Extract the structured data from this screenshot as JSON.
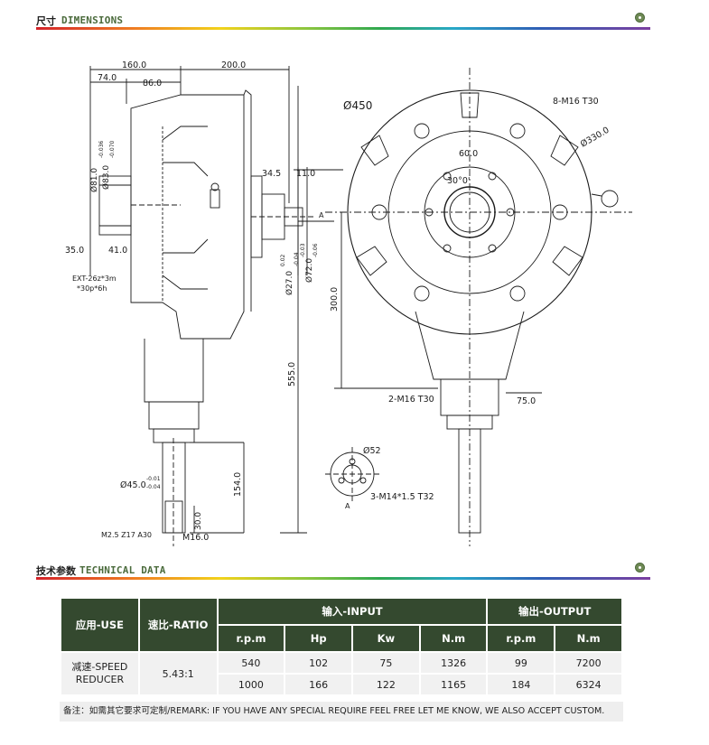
{
  "dimensions_section": {
    "title_cn": "尺寸",
    "title_en": "DIMENSIONS"
  },
  "technical_section": {
    "title_cn": "技术参数",
    "title_en": "TECHNICAL DATA"
  },
  "drawing": {
    "top_dim_1": "160.0",
    "top_dim_2": "200.0",
    "top_dim_3": "74.0",
    "top_dim_4": "86.0",
    "dia_81": "Ø81.0",
    "dia_83": "Ø83.0",
    "tol_83_upper": "-0.036",
    "tol_83_lower": "-0.070",
    "dim_35": "35.0",
    "dim_41": "41.0",
    "spline_1": "EXT-26z*3m",
    "spline_2": "*30p*6h",
    "dim_34_5": "34.5",
    "dim_11": "11.0",
    "dia_27": "Ø27.0",
    "tol_27_upper": "0.02",
    "tol_27_lower": "-0.04",
    "dia_72": "Ø72.0",
    "tol_72_upper": "-0.03",
    "tol_72_lower": "-0.06",
    "dim_555": "555.0",
    "dim_154": "154.0",
    "dia_45": "Ø45.0",
    "tol_45_upper": "-0.01",
    "tol_45_lower": "-0.04",
    "dim_30": "30.0",
    "thread_m16": "M16.0",
    "gear_spec": "M2.5 Z17 A30",
    "dia_450": "Ø450",
    "bolt_top": "8-M16 T30",
    "dia_330": "Ø330.0",
    "angle_60": "60.0",
    "angle_30": "30°0'",
    "dim_300": "300.0",
    "bolt_bottom": "2-M16 T30",
    "dim_75": "75.0",
    "dia_52": "Ø52",
    "thread_m14": "3-M14*1.5 T32",
    "view_a": "A"
  },
  "table": {
    "h_use": "应用-USE",
    "h_ratio": "速比-RATIO",
    "h_input": "输入-INPUT",
    "h_output": "输出-OUTPUT",
    "sub": [
      "r.p.m",
      "Hp",
      "Kw",
      "N.m",
      "r.p.m",
      "N.m"
    ],
    "use_line1": "减速-SPEED",
    "use_line2": "REDUCER",
    "ratio": "5.43:1",
    "rows": [
      [
        "540",
        "102",
        "75",
        "1326",
        "99",
        "7200"
      ],
      [
        "1000",
        "166",
        "122",
        "1165",
        "184",
        "6324"
      ]
    ]
  },
  "remark": "备注：如需其它要求可定制/REMARK: IF YOU HAVE ANY SPECIAL REQUIRE FEEL FREE LET ME KNOW, WE ALSO ACCEPT CUSTOM."
}
